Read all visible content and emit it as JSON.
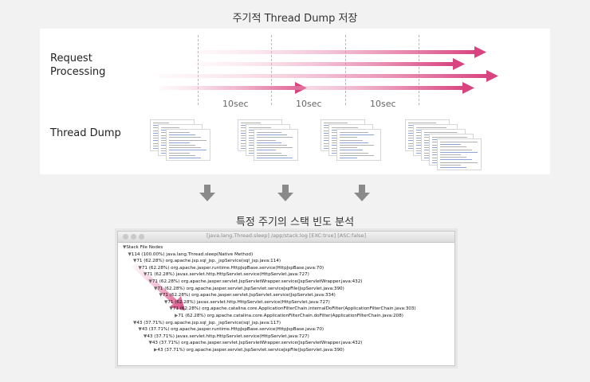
{
  "top_title": "주기적 Thread Dump 저장",
  "bottom_title": "특정 주기의 스택 빈도 분석",
  "request_label_1": "Request",
  "request_label_2": "Processing",
  "thread_dump_label": "Thread Dump",
  "interval_labels": [
    "10sec",
    "10sec",
    "10sec"
  ],
  "arrow_color": "#d9437f",
  "down_arrow_color": "#8a8a8a",
  "window": {
    "title": "[java.lang.Thread.sleep] /app/stack.log [EXC:true] [ASC:false]",
    "tree": [
      {
        "depth": 0,
        "marker": "▼",
        "text": "Stack File Nodes"
      },
      {
        "depth": 1,
        "marker": "▼",
        "text": "114 (100.00%)  java.lang.Thread.sleep(Native Method)"
      },
      {
        "depth": 2,
        "marker": "▼",
        "text": "71 (62.28%)  org.apache.jsp.sql_jsp._jspService(sql_jsp.java:114)"
      },
      {
        "depth": 3,
        "marker": "▼",
        "text": "71 (62.28%)  org.apache.jasper.runtime.HttpJspBase.service(HttpJspBase.java:70)"
      },
      {
        "depth": 4,
        "marker": "▼",
        "text": "71 (62.28%)  javax.servlet.http.HttpServlet.service(HttpServlet.java:727)"
      },
      {
        "depth": 5,
        "marker": "▼",
        "text": "71 (62.28%)  org.apache.jasper.servlet.JspServletWrapper.service(JspServletWrapper.java:432)"
      },
      {
        "depth": 6,
        "marker": "▼",
        "text": "71 (62.28%)  org.apache.jasper.servlet.JspServlet.serviceJspFile(JspServlet.java:390)"
      },
      {
        "depth": 7,
        "marker": "▼",
        "text": "71 (62.28%)  org.apache.jasper.servlet.JspServlet.service(JspServlet.java:334)"
      },
      {
        "depth": 8,
        "marker": "▼",
        "text": "71 (62.28%)  javax.servlet.http.HttpServlet.service(HttpServlet.java:727)"
      },
      {
        "depth": 9,
        "marker": "▼",
        "text": "71 (62.28%)  org.apache.catalina.core.ApplicationFilterChain.internalDoFilter(ApplicationFilterChain.java:303)"
      },
      {
        "depth": 10,
        "marker": "▶",
        "text": "71 (62.28%)  org.apache.catalina.core.ApplicationFilterChain.doFilter(ApplicationFilterChain.java:208)"
      },
      {
        "depth": 2,
        "marker": "▼",
        "text": "43 (37.71%)  org.apache.jsp.sql_jsp._jspService(sql_jsp.java:117)"
      },
      {
        "depth": 3,
        "marker": "▼",
        "text": "43 (37.71%)  org.apache.jasper.runtime.HttpJspBase.service(HttpJspBase.java:70)"
      },
      {
        "depth": 4,
        "marker": "▼",
        "text": "43 (37.71%)  javax.servlet.http.HttpServlet.service(HttpServlet.java:727)"
      },
      {
        "depth": 5,
        "marker": "▼",
        "text": "43 (37.71%)  org.apache.jasper.servlet.JspServletWrapper.service(JspServletWrapper.java:432)"
      },
      {
        "depth": 6,
        "marker": "▶",
        "text": "43 (37.71%)  org.apache.jasper.servlet.JspServlet.serviceJspFile(JspServlet.java:390)"
      }
    ]
  }
}
